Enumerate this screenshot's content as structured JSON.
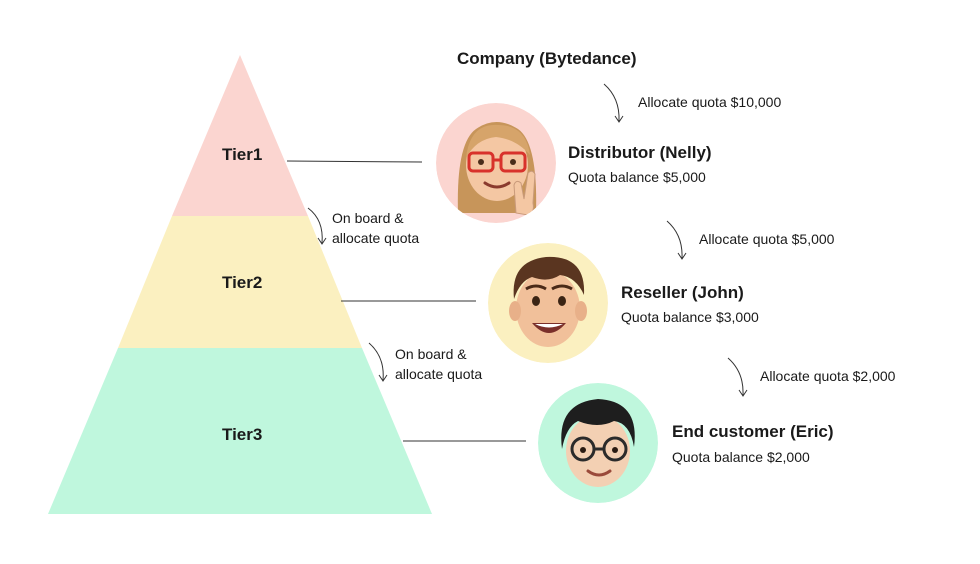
{
  "company": {
    "label": "Company (Bytedance)"
  },
  "tiers": [
    {
      "label": "Tier1",
      "color": "#fbd5d0"
    },
    {
      "label": "Tier2",
      "color": "#fbf0c0"
    },
    {
      "label": "Tier3",
      "color": "#bff7dd"
    }
  ],
  "onboard_notes": [
    {
      "line1": "On board &",
      "line2": "allocate quota"
    },
    {
      "line1": "On board &",
      "line2": "allocate quota"
    }
  ],
  "allocations": [
    {
      "label": "Allocate quota $10,000"
    },
    {
      "label": "Allocate quota $5,000"
    },
    {
      "label": "Allocate quota $2,000"
    }
  ],
  "parties": [
    {
      "name": "Distributor (Nelly)",
      "balance": "Quota balance $5,000",
      "avatar_bg": "#fbd5d0",
      "avatar_icon": "woman-glasses-peace-sign-avatar"
    },
    {
      "name": "Reseller (John)",
      "balance": "Quota balance $3,000",
      "avatar_bg": "#fbf0c0",
      "avatar_icon": "smiling-man-avatar"
    },
    {
      "name": "End customer (Eric)",
      "balance": "Quota balance $2,000",
      "avatar_bg": "#bff7dd",
      "avatar_icon": "man-round-glasses-avatar"
    }
  ]
}
